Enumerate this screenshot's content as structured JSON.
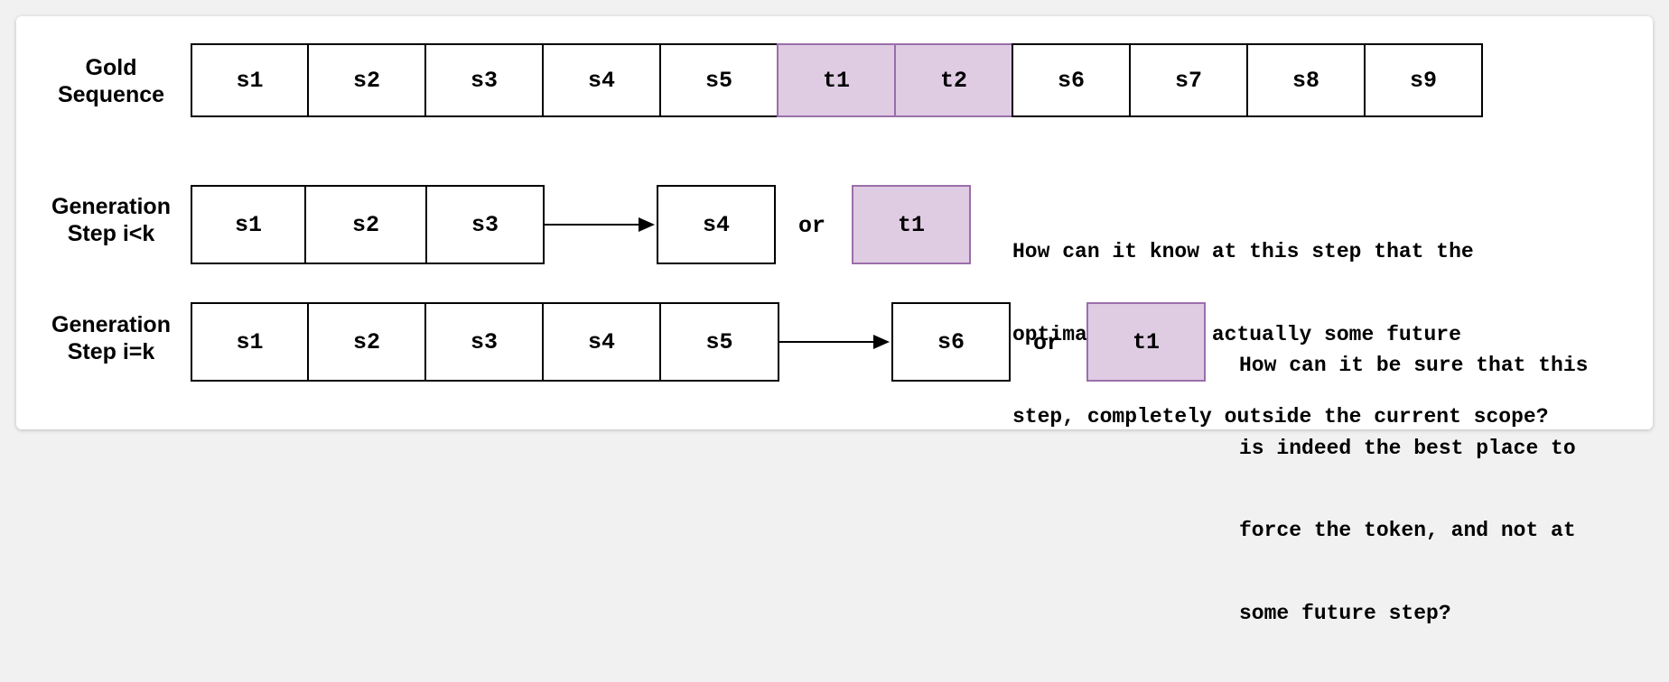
{
  "rows": {
    "gold": {
      "label_line1": "Gold",
      "label_line2": "Sequence",
      "cells": [
        "s1",
        "s2",
        "s3",
        "s4",
        "s5",
        "t1",
        "t2",
        "s6",
        "s7",
        "s8",
        "s9"
      ]
    },
    "step_lt": {
      "label_line1": "Generation",
      "label_line2": "Step i<k",
      "cells": [
        "s1",
        "s2",
        "s3"
      ],
      "option_a": "s4",
      "or": "or",
      "option_b": "t1",
      "note": [
        "How can it know at this step that the",
        "optimal spot is actually some future",
        "step, completely outside the current scope?"
      ]
    },
    "step_eq": {
      "label_line1": "Generation",
      "label_line2": "Step i=k",
      "cells": [
        "s1",
        "s2",
        "s3",
        "s4",
        "s5"
      ],
      "option_a": "s6",
      "or": "or",
      "option_b": "t1",
      "note": [
        "How can it be sure that this",
        "is indeed the best place to",
        "force the token, and not at",
        "some future step?"
      ]
    }
  },
  "colors": {
    "highlight_fill": "#dfcce3",
    "highlight_border": "#9b6eaa"
  }
}
